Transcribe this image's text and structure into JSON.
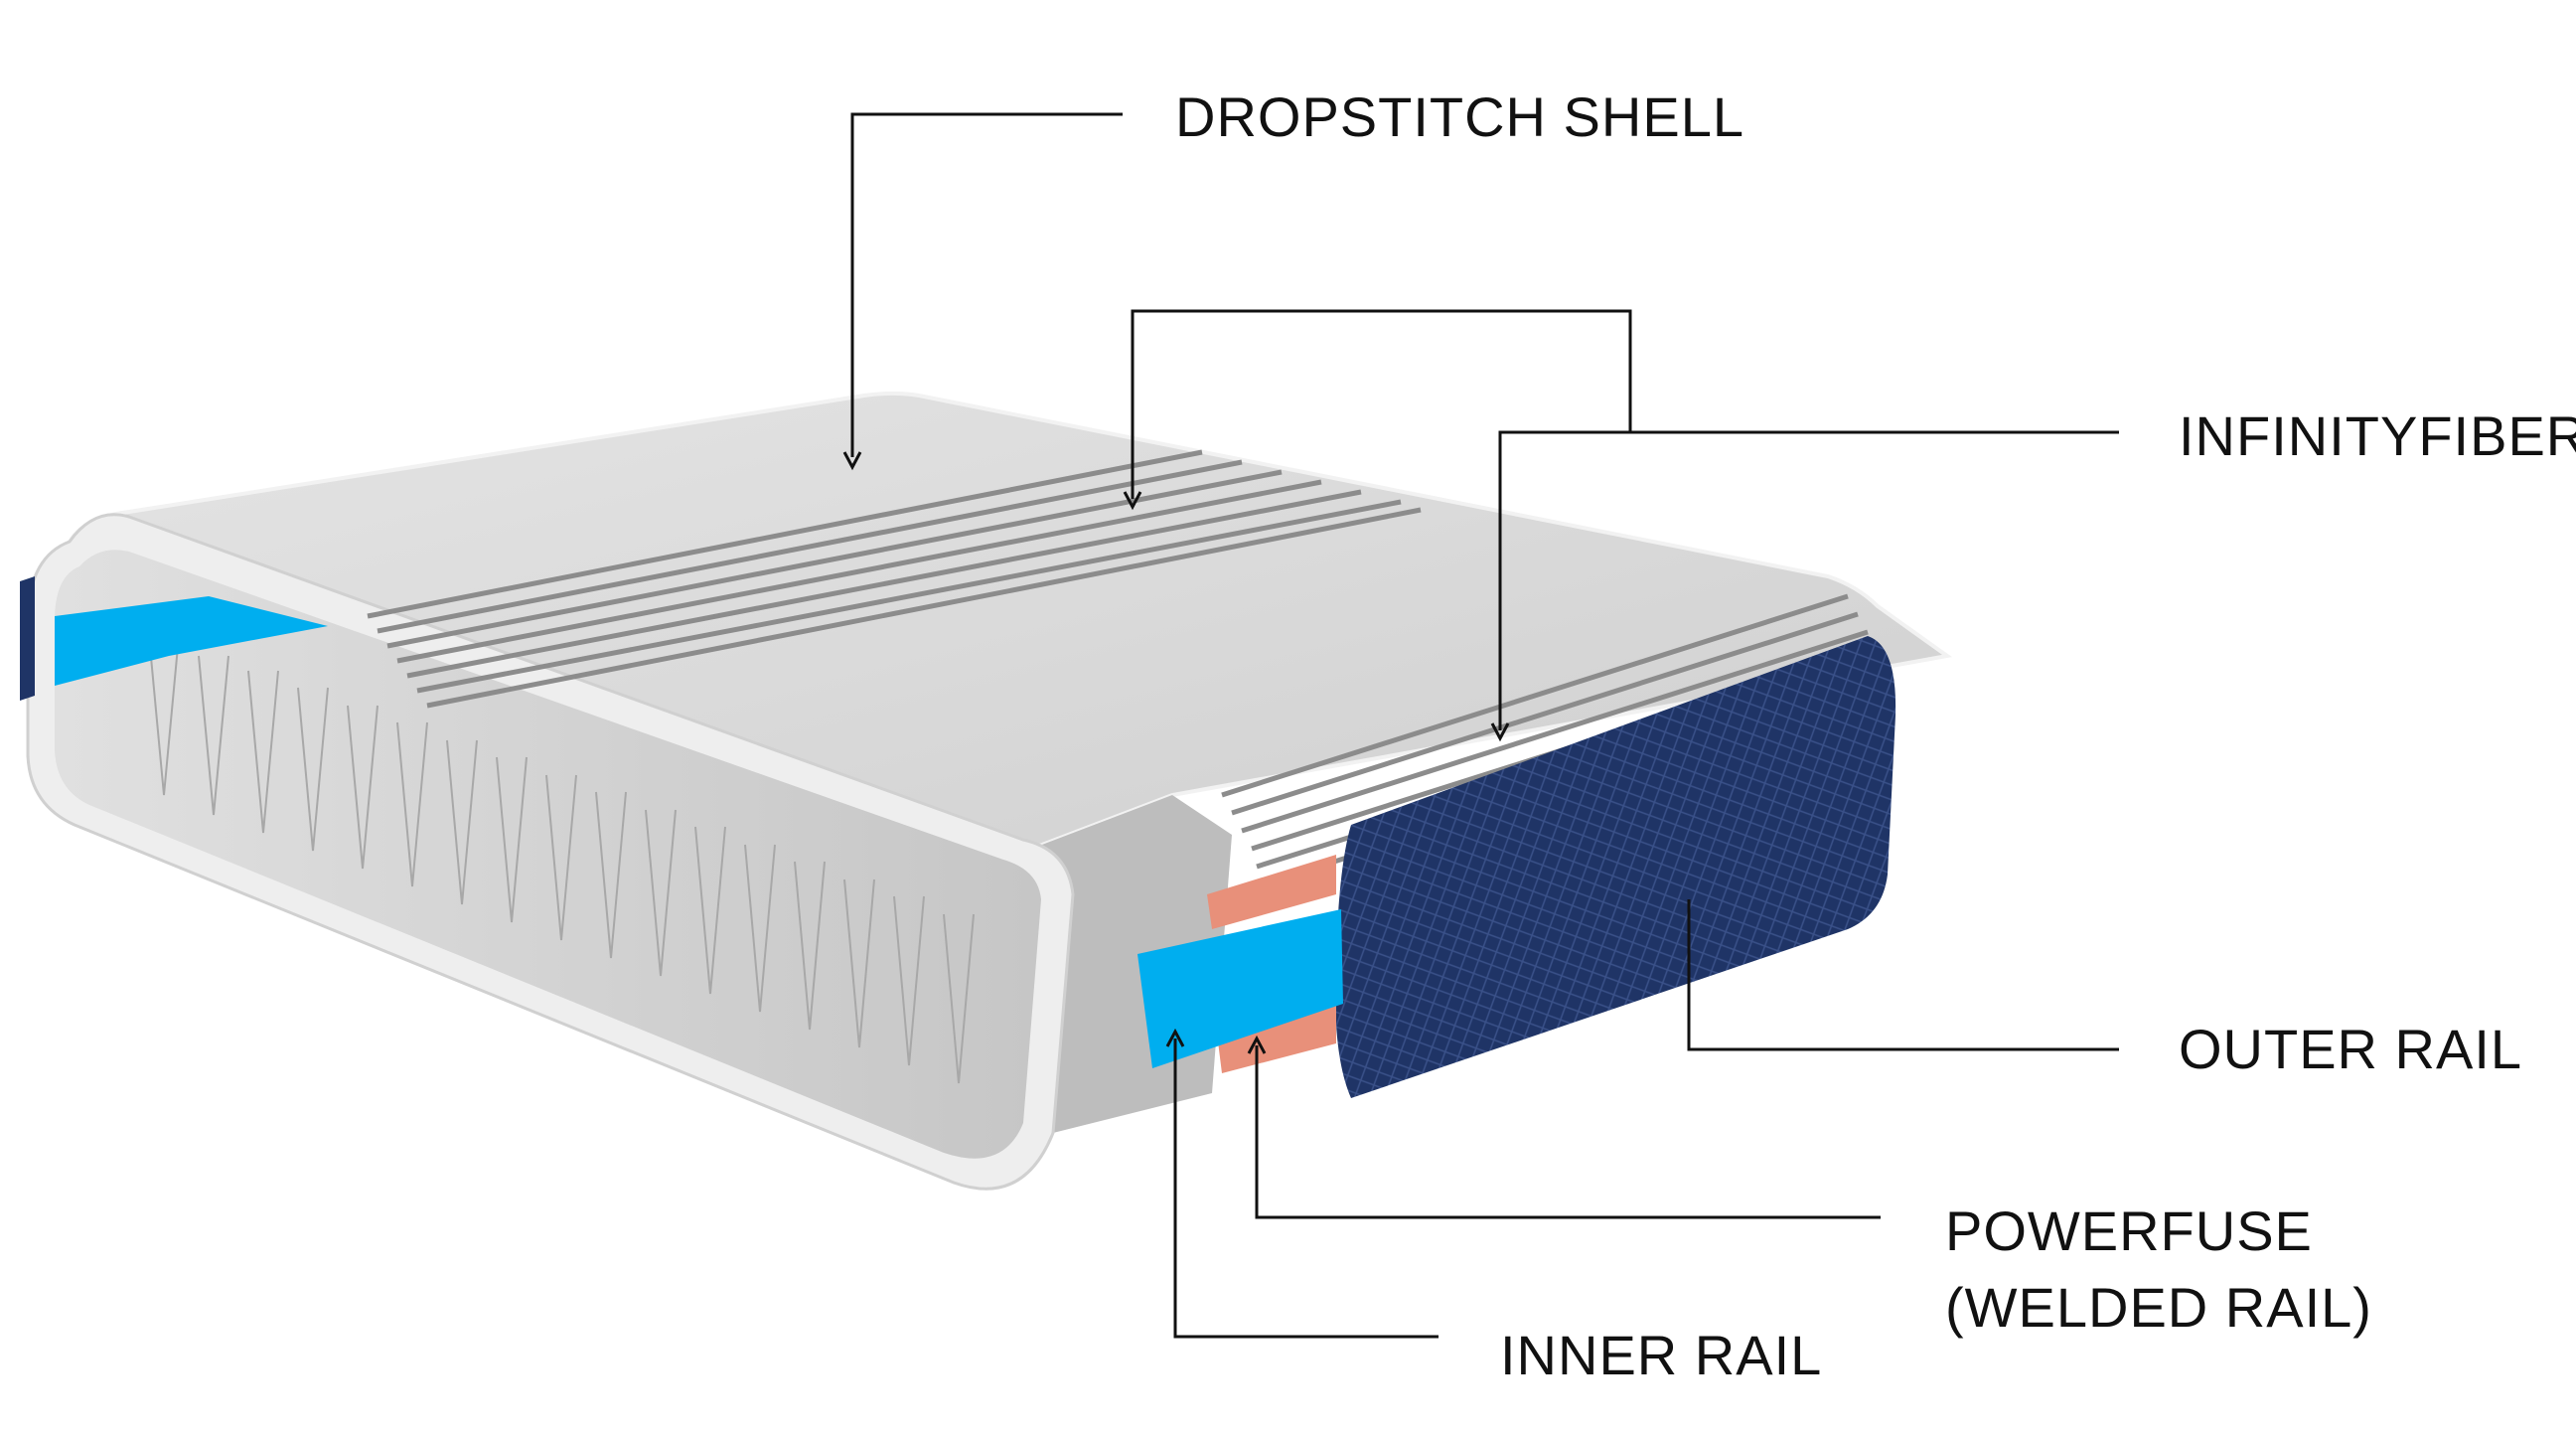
{
  "labels": {
    "dropstitch_shell": "DROPSTITCH SHELL",
    "infinityfiber": "INFINITYFIBER",
    "outer_rail": "OUTER RAIL",
    "powerfuse_line1": "POWERFUSE",
    "powerfuse_line2": "(WELDED RAIL)",
    "inner_rail": "INNER RAIL"
  },
  "colors": {
    "shell_top": "#d9d9d9",
    "shell_side": "#c4c4c4",
    "fiber_stripe": "#8c8c8c",
    "outer_rail": "#1f3466",
    "inner_rail": "#00aeef",
    "powerfuse": "#e8907a",
    "leader": "#111111"
  }
}
